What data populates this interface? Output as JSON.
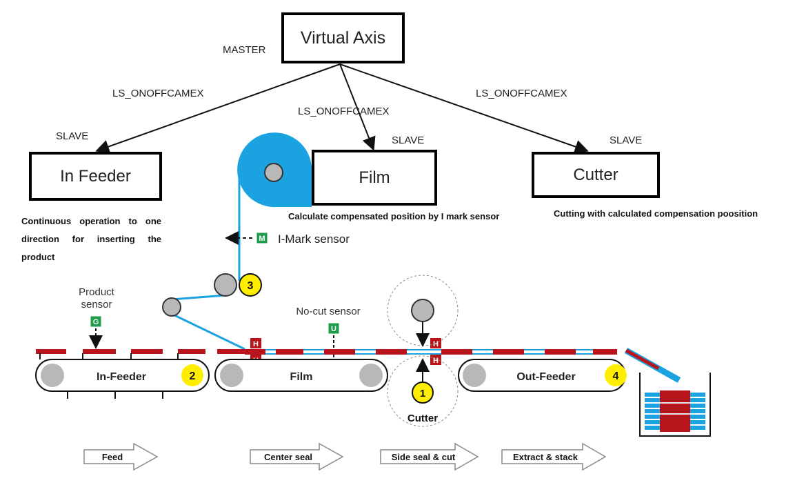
{
  "axes": {
    "virtual_axis": "Virtual Axis",
    "master": "MASTER",
    "slave": "SLAVE",
    "cam": "LS_ONOFFCAMEX",
    "in_feeder": "In Feeder",
    "film": "Film",
    "cutter": "Cutter"
  },
  "descriptions": {
    "in_feeder": "Continuous operation to one direction for inserting the product",
    "film": "Calculate compensated position by I mark sensor",
    "cutter": "Cutting with calculated compensation poosition"
  },
  "machine": {
    "imark_sensor": "I-Mark sensor",
    "product_sensor_line1": "Product",
    "product_sensor_line2": "sensor",
    "nocut_sensor": "No-cut sensor",
    "in_feeder": "In-Feeder",
    "film": "Film",
    "out_feeder": "Out-Feeder",
    "cutter": "Cutter",
    "badges": {
      "m": "M",
      "g": "G",
      "u": "U",
      "h": "H"
    },
    "numbers": {
      "n1": "1",
      "n2": "2",
      "n3": "3",
      "n4": "4"
    }
  },
  "stages": {
    "feed": "Feed",
    "center_seal": "Center seal",
    "side_seal": "Side seal & cut",
    "extract": "Extract & stack"
  },
  "colors": {
    "film_blue": "#1aa3e0",
    "seal_red": "#b8141c",
    "badge_green": "#1e9c4a",
    "number_yellow": "#ffee00",
    "roller_gray": "#b8b8b8"
  }
}
